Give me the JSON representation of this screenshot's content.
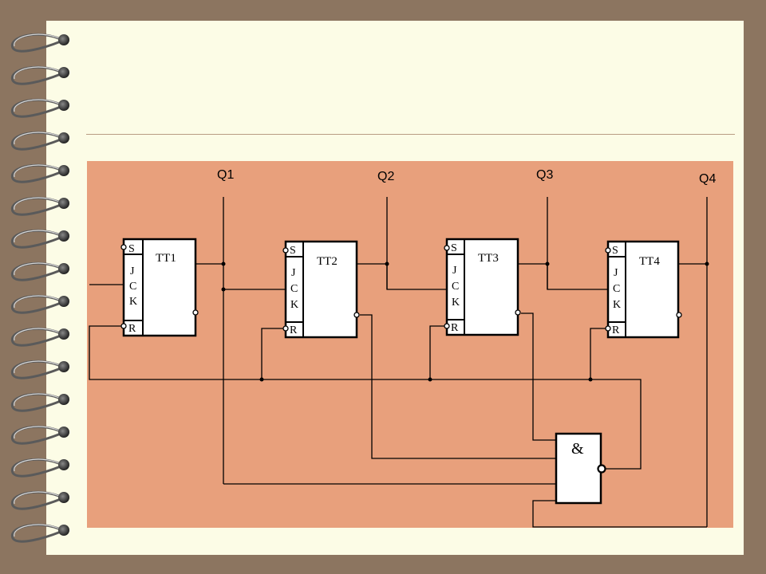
{
  "outputs": [
    "Q1",
    "Q2",
    "Q3",
    "Q4"
  ],
  "flipflops": [
    {
      "name": "TT1",
      "pins": [
        "S",
        "J",
        "C",
        "K",
        "R"
      ]
    },
    {
      "name": "TT2",
      "pins": [
        "S",
        "J",
        "C",
        "K",
        "R"
      ]
    },
    {
      "name": "TT3",
      "pins": [
        "S",
        "J",
        "C",
        "K",
        "R"
      ]
    },
    {
      "name": "TT4",
      "pins": [
        "S",
        "J",
        "C",
        "K",
        "R"
      ]
    }
  ],
  "gate": {
    "symbol": "&"
  },
  "colors": {
    "panel": "#e8a07c",
    "page": "#fcfce6",
    "frame": "#8c7560",
    "line": "#000000"
  }
}
